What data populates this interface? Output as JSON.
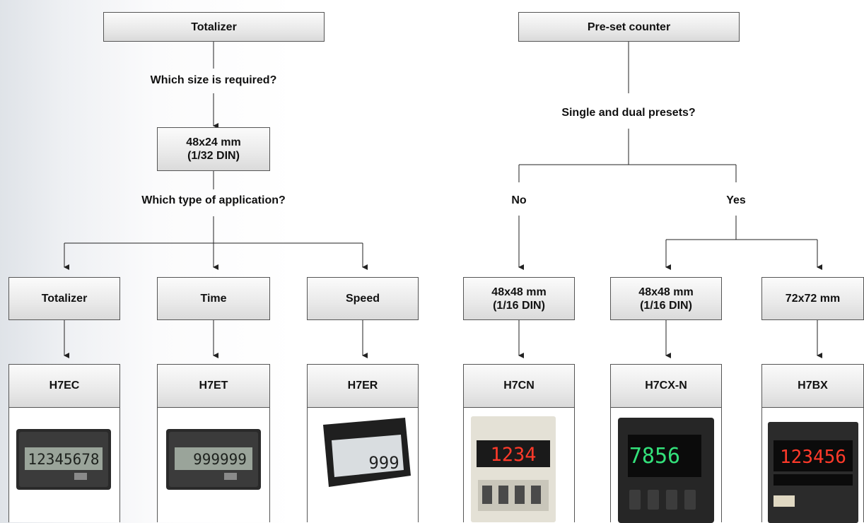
{
  "left": {
    "root": "Totalizer",
    "q_size": "Which size is required?",
    "size_box": "48x24 mm\n(1/32 DIN)",
    "q_app": "Which type of application?",
    "branches": [
      "Totalizer",
      "Time",
      "Speed"
    ],
    "products": [
      {
        "name": "H7EC",
        "display": "12345678"
      },
      {
        "name": "H7ET",
        "display": "999999"
      },
      {
        "name": "H7ER",
        "display": "999"
      }
    ]
  },
  "right": {
    "root": "Pre-set counter",
    "q_presets": "Single and dual presets?",
    "answer_no": "No",
    "answer_yes": "Yes",
    "sizes": [
      "48x48 mm\n(1/16 DIN)",
      "48x48 mm\n(1/16 DIN)",
      "72x72 mm"
    ],
    "products": [
      {
        "name": "H7CN",
        "display": "1234"
      },
      {
        "name": "H7CX-N",
        "display": "7856"
      },
      {
        "name": "H7BX",
        "display": "123456"
      }
    ]
  },
  "colors": {
    "line": "#222222",
    "box_border": "#555555",
    "led_red": "#ff3a2a",
    "led_green": "#33e07a",
    "lcd": "#9aa49a"
  }
}
